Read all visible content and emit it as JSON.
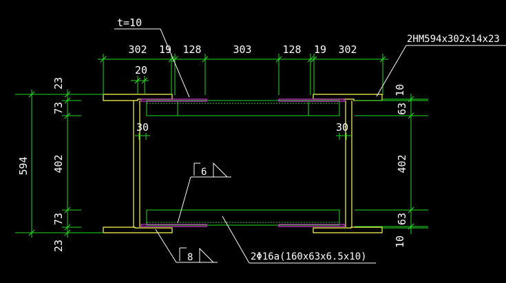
{
  "colors": {
    "background": "#000000",
    "steel": "#ffff55",
    "dimension": "#22dd22",
    "plate": "#cc33cc",
    "text": "#ffffff"
  },
  "labels": {
    "plate_thickness": "t=10",
    "hbeam_spec": "2HM594x302x14x23",
    "channel_spec": "2Φ16a(160x63x6.5x10)",
    "weld_top_symbol": "6",
    "weld_bottom_symbol": "8"
  },
  "top_dims": [
    "302",
    "19",
    "128",
    "303",
    "128",
    "19",
    "302"
  ],
  "small_dims": {
    "gap": "20",
    "edge_left": "30",
    "edge_right": "30"
  },
  "left_dims": {
    "total": "594",
    "flange_top": "23",
    "web_top": "73",
    "web_mid": "402",
    "web_bottom": "73",
    "flange_bottom": "23"
  },
  "right_dims": {
    "top": "10",
    "upper": "63",
    "middle": "402",
    "lower": "63",
    "bottom": "10"
  }
}
